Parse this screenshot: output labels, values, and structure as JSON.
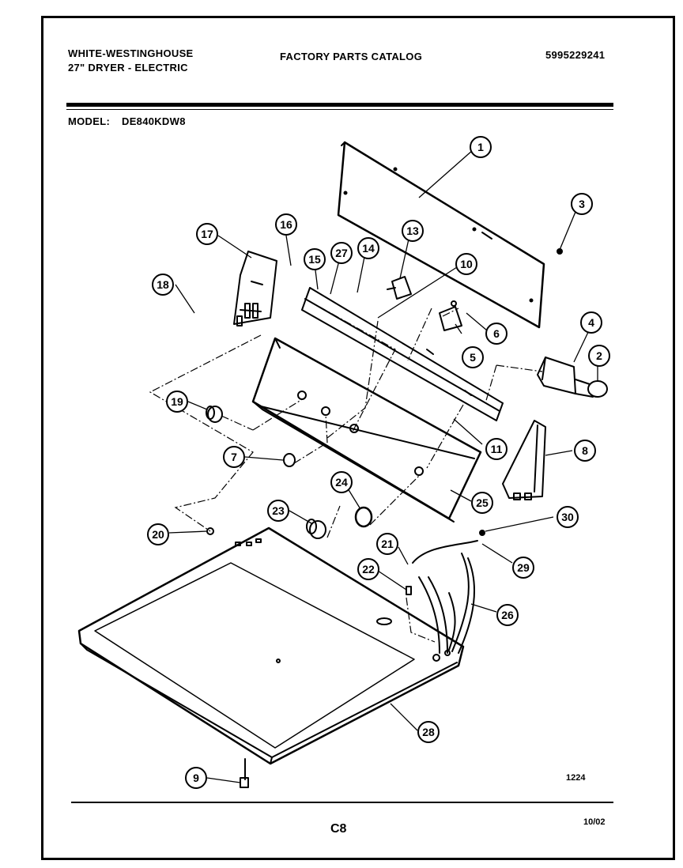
{
  "header": {
    "brand": "WHITE-WESTINGHOUSE",
    "product": "27\" DRYER - ELECTRIC",
    "catalog": "FACTORY PARTS CATALOG",
    "part_number": "5995229241",
    "model_label": "MODEL:",
    "model_value": "DE840KDW8"
  },
  "footer": {
    "drawing_id": "1224",
    "page": "C8",
    "date": "10/02"
  },
  "callouts": [
    "1",
    "2",
    "3",
    "4",
    "5",
    "6",
    "7",
    "8",
    "9",
    "10",
    "11",
    "13",
    "14",
    "15",
    "16",
    "17",
    "18",
    "19",
    "20",
    "21",
    "22",
    "23",
    "24",
    "25",
    "26",
    "27",
    "28",
    "29",
    "30"
  ]
}
